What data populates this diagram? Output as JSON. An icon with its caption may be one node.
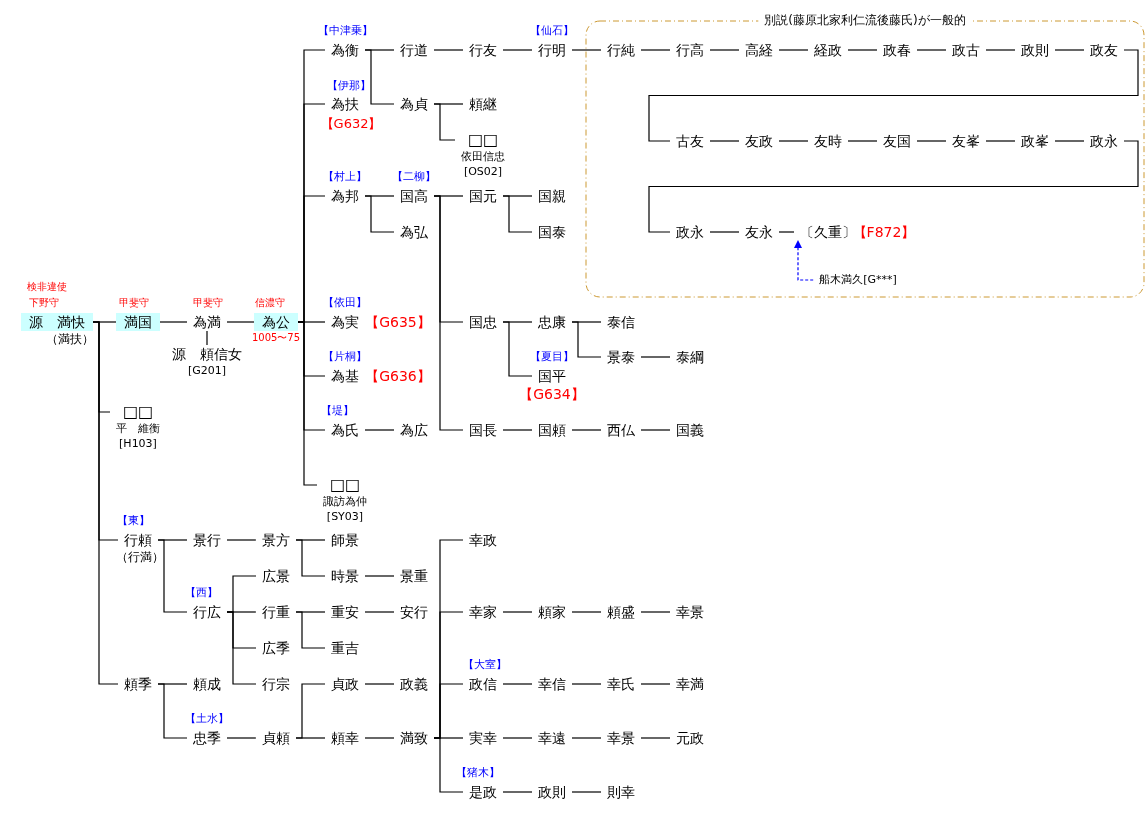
{
  "diagram": {
    "nodes": [
      {
        "text": [
          "源　満快"
        ],
        "beside": [
          "検非違使",
          "下野守",
          "（満扶）"
        ]
      },
      {
        "text": [
          "満国"
        ],
        "beside": [
          "甲斐守"
        ]
      },
      {
        "text": [
          "為満"
        ],
        "beside": [
          "甲斐守"
        ]
      },
      {
        "text": [
          "源　頼信女",
          "[G201]"
        ]
      },
      {
        "text": [
          "為公"
        ],
        "beside": [
          "信濃守",
          "1005〜75"
        ]
      },
      {
        "text": [
          "為衡"
        ],
        "beside": [
          "【中津乗】"
        ]
      },
      {
        "text": [
          "行道"
        ]
      },
      {
        "text": [
          "行友"
        ]
      },
      {
        "text": [
          "行明"
        ],
        "beside": [
          "【仙石】"
        ]
      },
      {
        "text": [
          "別説(藤原北家利仁流後藤氏)が一般的"
        ]
      },
      {
        "text": [
          "行純"
        ],
        "in": 9
      },
      {
        "text": [
          "行高"
        ],
        "in": 9
      },
      {
        "text": [
          "高経"
        ],
        "in": 9
      },
      {
        "text": [
          "経政"
        ],
        "in": 9
      },
      {
        "text": [
          "政春"
        ],
        "in": 9
      },
      {
        "text": [
          "政古"
        ],
        "in": 9
      },
      {
        "text": [
          "政則"
        ],
        "in": 9
      },
      {
        "text": [
          "政友"
        ],
        "in": 9
      },
      {
        "text": [
          "古友"
        ],
        "in": 9
      },
      {
        "text": [
          "友政"
        ],
        "in": 9
      },
      {
        "text": [
          "友時"
        ],
        "in": 9
      },
      {
        "text": [
          "友国"
        ],
        "in": 9
      },
      {
        "text": [
          "友峯"
        ],
        "in": 9
      },
      {
        "text": [
          "政峯"
        ],
        "in": 9
      },
      {
        "text": [
          "政永"
        ],
        "in": 9
      },
      {
        "text": [
          "政永"
        ],
        "in": 9
      },
      {
        "text": [
          "友永"
        ],
        "in": 9
      },
      {
        "text": [
          "〔久重〕"
        ],
        "in": 9,
        "beside": [
          "【F872】"
        ]
      },
      {
        "text": [
          "船木満久[G***]"
        ],
        "in": 9
      },
      {
        "text": [
          "為貞"
        ]
      },
      {
        "text": [
          "頼継"
        ]
      },
      {
        "text": [
          "□□",
          "依田信忠",
          "[OS02]"
        ]
      },
      {
        "text": [
          "為扶"
        ],
        "beside": [
          "【伊那】",
          "【G632】"
        ]
      },
      {
        "text": [
          "為邦"
        ],
        "beside": [
          "【村上】"
        ]
      },
      {
        "text": [
          "国高"
        ],
        "beside": [
          "【二柳】"
        ]
      },
      {
        "text": [
          "為弘"
        ]
      },
      {
        "text": [
          "国元"
        ]
      },
      {
        "text": [
          "国親"
        ]
      },
      {
        "text": [
          "国泰"
        ]
      },
      {
        "text": [
          "国忠"
        ]
      },
      {
        "text": [
          "忠康"
        ]
      },
      {
        "text": [
          "泰信"
        ]
      },
      {
        "text": [
          "景泰"
        ]
      },
      {
        "text": [
          "泰綱"
        ]
      },
      {
        "text": [
          "国平"
        ],
        "beside": [
          "【夏目】",
          "【G634】"
        ]
      },
      {
        "text": [
          "国長"
        ]
      },
      {
        "text": [
          "国頼"
        ]
      },
      {
        "text": [
          "西仏"
        ]
      },
      {
        "text": [
          "国義"
        ]
      },
      {
        "text": [
          "為実"
        ],
        "beside": [
          "【依田】",
          "【G635】"
        ]
      },
      {
        "text": [
          "為基"
        ],
        "beside": [
          "【片桐】",
          "【G636】"
        ]
      },
      {
        "text": [
          "為氏"
        ],
        "beside": [
          "【堤】"
        ]
      },
      {
        "text": [
          "為広"
        ]
      },
      {
        "text": [
          "□□",
          "諏訪為仲",
          "[SY03]"
        ]
      },
      {
        "text": [
          "□□",
          "平　維衡",
          "[H103]"
        ]
      },
      {
        "text": [
          "行頼"
        ],
        "beside": [
          "【東】",
          "（行満）"
        ]
      },
      {
        "text": [
          "景行"
        ]
      },
      {
        "text": [
          "景方"
        ]
      },
      {
        "text": [
          "師景"
        ]
      },
      {
        "text": [
          "時景"
        ]
      },
      {
        "text": [
          "景重"
        ]
      },
      {
        "text": [
          "行広"
        ],
        "beside": [
          "【西】"
        ]
      },
      {
        "text": [
          "広景"
        ]
      },
      {
        "text": [
          "行重"
        ]
      },
      {
        "text": [
          "重安"
        ]
      },
      {
        "text": [
          "安行"
        ]
      },
      {
        "text": [
          "広季"
        ]
      },
      {
        "text": [
          "重吉"
        ]
      },
      {
        "text": [
          "行宗"
        ]
      },
      {
        "text": [
          "頼季"
        ]
      },
      {
        "text": [
          "頼成"
        ]
      },
      {
        "text": [
          "忠季"
        ],
        "beside": [
          "【土水】"
        ]
      },
      {
        "text": [
          "貞頼"
        ]
      },
      {
        "text": [
          "貞政"
        ]
      },
      {
        "text": [
          "政義"
        ]
      },
      {
        "text": [
          "頼幸"
        ]
      },
      {
        "text": [
          "満致"
        ]
      },
      {
        "text": [
          "幸政"
        ]
      },
      {
        "text": [
          "幸家"
        ]
      },
      {
        "text": [
          "頼家"
        ]
      },
      {
        "text": [
          "頼盛"
        ]
      },
      {
        "text": [
          "幸景"
        ]
      },
      {
        "text": [
          "政信"
        ],
        "beside": [
          "【大室】"
        ]
      },
      {
        "text": [
          "幸信"
        ]
      },
      {
        "text": [
          "幸氏"
        ]
      },
      {
        "text": [
          "幸満"
        ]
      },
      {
        "text": [
          "実幸"
        ]
      },
      {
        "text": [
          "幸遠"
        ]
      },
      {
        "text": [
          "幸景"
        ]
      },
      {
        "text": [
          "元政"
        ]
      },
      {
        "text": [
          "是政"
        ],
        "beside": [
          "【猪木】"
        ]
      },
      {
        "text": [
          "政則"
        ]
      },
      {
        "text": [
          "則幸"
        ]
      }
    ],
    "edges": [
      {
        "from": 0,
        "to": 1,
        "arrow": "none"
      },
      {
        "from": 1,
        "to": 2,
        "arrow": "none"
      },
      {
        "from": 2,
        "to": 3,
        "arrow": "none"
      },
      {
        "from": 2,
        "to": 4,
        "arrow": "none"
      },
      {
        "from": 4,
        "to": 5,
        "arrow": "none"
      },
      {
        "from": 4,
        "to": 32,
        "arrow": "none"
      },
      {
        "from": 4,
        "to": 33,
        "arrow": "none"
      },
      {
        "from": 4,
        "to": 49,
        "arrow": "none"
      },
      {
        "from": 4,
        "to": 50,
        "arrow": "none"
      },
      {
        "from": 4,
        "to": 51,
        "arrow": "none"
      },
      {
        "from": 4,
        "to": 53,
        "arrow": "none"
      },
      {
        "from": 5,
        "to": 6,
        "arrow": "none"
      },
      {
        "from": 5,
        "to": 29,
        "arrow": "none"
      },
      {
        "from": 6,
        "to": 7,
        "arrow": "none"
      },
      {
        "from": 7,
        "to": 8,
        "arrow": "none"
      },
      {
        "from": 8,
        "to": 10,
        "arrow": "none"
      },
      {
        "from": 10,
        "to": 11,
        "arrow": "none"
      },
      {
        "from": 11,
        "to": 12,
        "arrow": "none"
      },
      {
        "from": 12,
        "to": 13,
        "arrow": "none"
      },
      {
        "from": 13,
        "to": 14,
        "arrow": "none"
      },
      {
        "from": 14,
        "to": 15,
        "arrow": "none"
      },
      {
        "from": 15,
        "to": 16,
        "arrow": "none"
      },
      {
        "from": 16,
        "to": 17,
        "arrow": "none"
      },
      {
        "from": 17,
        "to": 18,
        "arrow": "none"
      },
      {
        "from": 18,
        "to": 19,
        "arrow": "none"
      },
      {
        "from": 19,
        "to": 20,
        "arrow": "none"
      },
      {
        "from": 20,
        "to": 21,
        "arrow": "none"
      },
      {
        "from": 21,
        "to": 22,
        "arrow": "none"
      },
      {
        "from": 22,
        "to": 23,
        "arrow": "none"
      },
      {
        "from": 23,
        "to": 24,
        "arrow": "none"
      },
      {
        "from": 24,
        "to": 25,
        "arrow": "none"
      },
      {
        "from": 25,
        "to": 26,
        "arrow": "none"
      },
      {
        "from": 26,
        "to": 27,
        "arrow": "none"
      },
      {
        "from": 28,
        "to": 27,
        "arrow": "to",
        "style": "dashed",
        "color": "#0000ff"
      },
      {
        "from": 29,
        "to": 30,
        "arrow": "none"
      },
      {
        "from": 29,
        "to": 31,
        "arrow": "none"
      },
      {
        "from": 33,
        "to": 34,
        "arrow": "none"
      },
      {
        "from": 33,
        "to": 35,
        "arrow": "none"
      },
      {
        "from": 34,
        "to": 36,
        "arrow": "none"
      },
      {
        "from": 34,
        "to": 39,
        "arrow": "none"
      },
      {
        "from": 34,
        "to": 45,
        "arrow": "none"
      },
      {
        "from": 36,
        "to": 37,
        "arrow": "none"
      },
      {
        "from": 36,
        "to": 38,
        "arrow": "none"
      },
      {
        "from": 39,
        "to": 40,
        "arrow": "none"
      },
      {
        "from": 39,
        "to": 44,
        "arrow": "none"
      },
      {
        "from": 40,
        "to": 41,
        "arrow": "none"
      },
      {
        "from": 40,
        "to": 42,
        "arrow": "none"
      },
      {
        "from": 42,
        "to": 43,
        "arrow": "none"
      },
      {
        "from": 45,
        "to": 46,
        "arrow": "none"
      },
      {
        "from": 46,
        "to": 47,
        "arrow": "none"
      },
      {
        "from": 47,
        "to": 48,
        "arrow": "none"
      },
      {
        "from": 51,
        "to": 52,
        "arrow": "none"
      },
      {
        "from": 0,
        "to": 54,
        "arrow": "none"
      },
      {
        "from": 0,
        "to": 55,
        "arrow": "none"
      },
      {
        "from": 0,
        "to": 69,
        "arrow": "none"
      },
      {
        "from": 55,
        "to": 56,
        "arrow": "none"
      },
      {
        "from": 55,
        "to": 61,
        "arrow": "none"
      },
      {
        "from": 56,
        "to": 57,
        "arrow": "none"
      },
      {
        "from": 57,
        "to": 58,
        "arrow": "none"
      },
      {
        "from": 57,
        "to": 59,
        "arrow": "none"
      },
      {
        "from": 59,
        "to": 60,
        "arrow": "none"
      },
      {
        "from": 61,
        "to": 62,
        "arrow": "none"
      },
      {
        "from": 61,
        "to": 63,
        "arrow": "none"
      },
      {
        "from": 61,
        "to": 66,
        "arrow": "none"
      },
      {
        "from": 61,
        "to": 68,
        "arrow": "none"
      },
      {
        "from": 63,
        "to": 64,
        "arrow": "none"
      },
      {
        "from": 63,
        "to": 67,
        "arrow": "none"
      },
      {
        "from": 64,
        "to": 65,
        "arrow": "none"
      },
      {
        "from": 69,
        "to": 70,
        "arrow": "none"
      },
      {
        "from": 69,
        "to": 71,
        "arrow": "none"
      },
      {
        "from": 71,
        "to": 72,
        "arrow": "none"
      },
      {
        "from": 72,
        "to": 73,
        "arrow": "none"
      },
      {
        "from": 72,
        "to": 75,
        "arrow": "none"
      },
      {
        "from": 73,
        "to": 74,
        "arrow": "none"
      },
      {
        "from": 75,
        "to": 76,
        "arrow": "none"
      },
      {
        "from": 76,
        "to": 77,
        "arrow": "none"
      },
      {
        "from": 76,
        "to": 78,
        "arrow": "none"
      },
      {
        "from": 76,
        "to": 82,
        "arrow": "none"
      },
      {
        "from": 76,
        "to": 86,
        "arrow": "none"
      },
      {
        "from": 76,
        "to": 90,
        "arrow": "none"
      },
      {
        "from": 78,
        "to": 79,
        "arrow": "none"
      },
      {
        "from": 79,
        "to": 80,
        "arrow": "none"
      },
      {
        "from": 80,
        "to": 81,
        "arrow": "none"
      },
      {
        "from": 82,
        "to": 83,
        "arrow": "none"
      },
      {
        "from": 83,
        "to": 84,
        "arrow": "none"
      },
      {
        "from": 84,
        "to": 85,
        "arrow": "none"
      },
      {
        "from": 86,
        "to": 87,
        "arrow": "none"
      },
      {
        "from": 87,
        "to": 88,
        "arrow": "none"
      },
      {
        "from": 88,
        "to": 89,
        "arrow": "none"
      },
      {
        "from": 90,
        "to": 91,
        "arrow": "none"
      },
      {
        "from": 91,
        "to": 92,
        "arrow": "none"
      }
    ]
  }
}
